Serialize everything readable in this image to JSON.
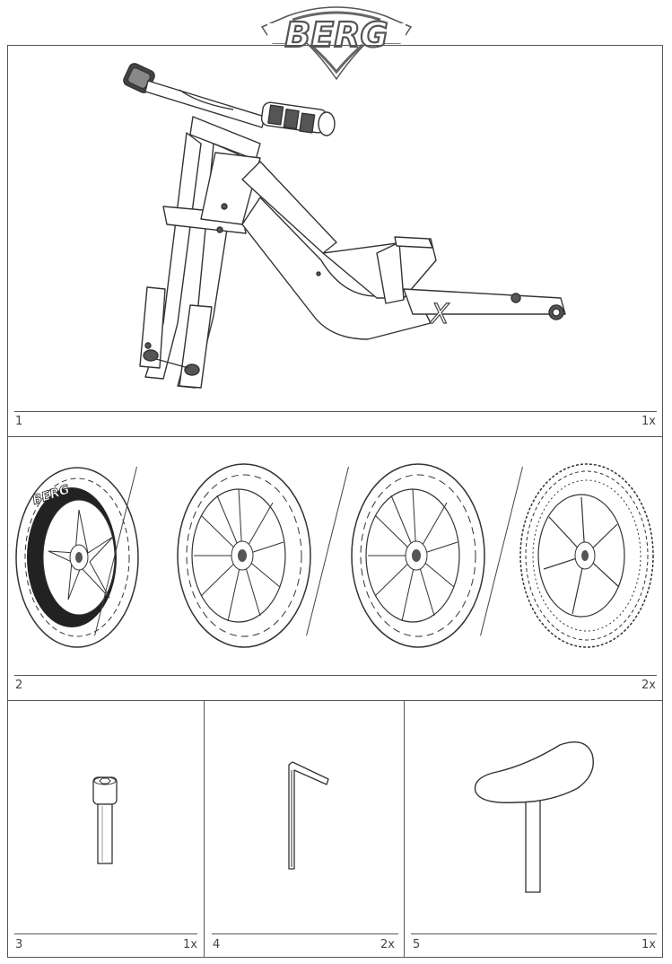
{
  "brand": {
    "logo_text": "BERG"
  },
  "parts": [
    {
      "number": "1",
      "quantity": "1x",
      "name": "frame-with-handlebar"
    },
    {
      "number": "2",
      "quantity": "2x",
      "name": "wheels"
    },
    {
      "number": "3",
      "quantity": "1x",
      "name": "bolt"
    },
    {
      "number": "4",
      "quantity": "2x",
      "name": "allen-key"
    },
    {
      "number": "5",
      "quantity": "1x",
      "name": "saddle"
    }
  ],
  "wheel_logo_text": "BERG",
  "frame_mark": "X"
}
